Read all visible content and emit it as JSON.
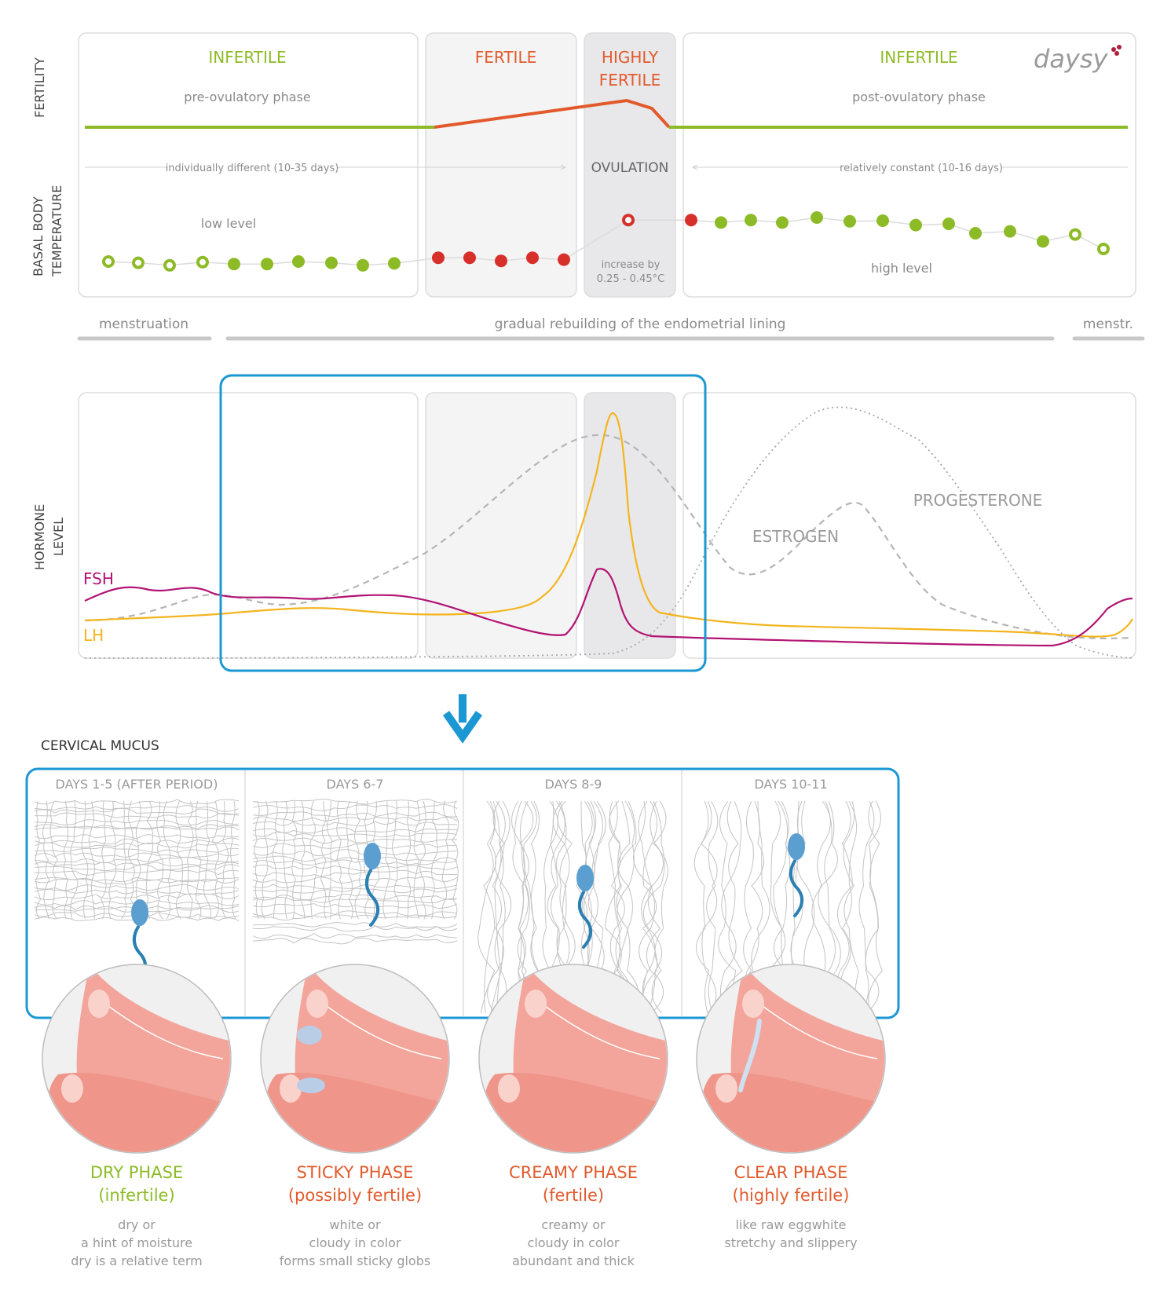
{
  "brand": {
    "logo_text": "daysy",
    "logo_color": "#b21f3c"
  },
  "colors": {
    "infertile": "#8dbb27",
    "fertile": "#e25a2c",
    "label_gray": "#8a8a8a",
    "dot_red": "#d7302a",
    "fsh": "#b21373",
    "lh": "#f4b41c",
    "blue": "#1b98d3",
    "panel_border": "#dddddd",
    "fertile_fill": "#f4f4f4",
    "ovulation_fill": "#e8e8ea"
  },
  "fertility_panel": {
    "side_label_fertility": "FERTILITY",
    "side_label_bbt_1": "BASAL BODY",
    "side_label_bbt_2": "TEMPERATURE",
    "phases": {
      "pre_title": "INFERTILE",
      "pre_subtitle": "pre-ovulatory phase",
      "fertile_title": "FERTILE",
      "highly_title_1": "HIGHLY",
      "highly_title_2": "FERTILE",
      "post_title": "INFERTILE",
      "post_subtitle": "post-ovulatory phase"
    },
    "duration_left": "individually different (10-35 days)",
    "ovulation_label": "OVULATION",
    "duration_right": "relatively constant (10-16 days)",
    "low_level": "low level",
    "high_level": "high level",
    "increase_1": "increase by",
    "increase_2": "0.25 - 0.45°C",
    "temperature_dots": [
      {
        "v": 1,
        "s": "open-green"
      },
      {
        "v": 0.9,
        "s": "open-green"
      },
      {
        "v": 0.7,
        "s": "open-green"
      },
      {
        "v": 0.95,
        "s": "open-green"
      },
      {
        "v": 0.8,
        "s": "green"
      },
      {
        "v": 0.8,
        "s": "green"
      },
      {
        "v": 1.0,
        "s": "green"
      },
      {
        "v": 0.9,
        "s": "green"
      },
      {
        "v": 0.7,
        "s": "green"
      },
      {
        "v": 0.85,
        "s": "green"
      },
      {
        "v": 1.3,
        "s": "red"
      },
      {
        "v": 1.3,
        "s": "red"
      },
      {
        "v": 1.05,
        "s": "red"
      },
      {
        "v": 1.3,
        "s": "red"
      },
      {
        "v": 1.15,
        "s": "red"
      },
      {
        "v": 4.3,
        "s": "open-red"
      },
      {
        "v": 4.3,
        "s": "red"
      },
      {
        "v": 4.1,
        "s": "green"
      },
      {
        "v": 4.3,
        "s": "green"
      },
      {
        "v": 4.1,
        "s": "green"
      },
      {
        "v": 4.5,
        "s": "green"
      },
      {
        "v": 4.2,
        "s": "green"
      },
      {
        "v": 4.25,
        "s": "green"
      },
      {
        "v": 3.9,
        "s": "green"
      },
      {
        "v": 4.0,
        "s": "green"
      },
      {
        "v": 3.25,
        "s": "green"
      },
      {
        "v": 3.4,
        "s": "green"
      },
      {
        "v": 2.6,
        "s": "green"
      },
      {
        "v": 3.15,
        "s": "open-green"
      },
      {
        "v": 2.0,
        "s": "open-green"
      }
    ]
  },
  "cycle_bar": {
    "menstruation": "menstruation",
    "rebuilding": "gradual rebuilding of the endometrial lining",
    "menstr": "menstr."
  },
  "hormone_panel": {
    "side_label_1": "HORMONE",
    "side_label_2": "LEVEL",
    "fsh": "FSH",
    "lh": "LH",
    "estrogen": "ESTROGEN",
    "progesterone": "PROGESTERONE"
  },
  "mucus": {
    "section_title": "CERVICAL MUCUS",
    "phases": [
      {
        "days": "DAYS 1-5 (AFTER PERIOD)",
        "name": "DRY PHASE",
        "fertility": "(infertile)",
        "d1": "dry or",
        "d2": "a hint of moisture",
        "d3": "dry is a relative term",
        "color": "#8dbb27"
      },
      {
        "days": "DAYS 6-7",
        "name": "STICKY PHASE",
        "fertility": "(possibly fertile)",
        "d1": "white or",
        "d2": "cloudy in color",
        "d3": "forms small sticky globs",
        "color": "#e25a2c"
      },
      {
        "days": "DAYS 8-9",
        "name": "CREAMY PHASE",
        "fertility": "(fertile)",
        "d1": "creamy or",
        "d2": "cloudy in color",
        "d3": "abundant and thick",
        "color": "#e25a2c"
      },
      {
        "days": "DAYS 10-11",
        "name": "CLEAR PHASE",
        "fertility": "(highly fertile)",
        "d1": "like raw eggwhite",
        "d2": "stretchy and slippery",
        "d3": "",
        "color": "#e25a2c"
      }
    ]
  }
}
